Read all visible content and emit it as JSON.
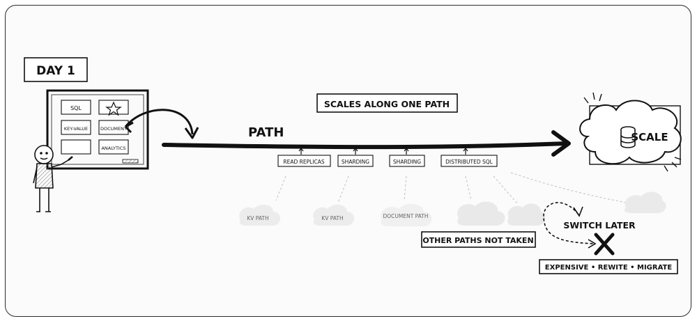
{
  "day_label": "DAY 1",
  "board": {
    "cells": [
      "SQL",
      "",
      "KEY-VALUE",
      "DOCUMENT",
      "",
      "ANALYTICS"
    ],
    "icon": "star-icon"
  },
  "title_banner": "SCALES ALONG ONE PATH",
  "path_label": "PATH",
  "milestones": [
    "READ REPLICAS",
    "SHARDING",
    "SHARDING",
    "DISTRIBUTED SQL"
  ],
  "destination": {
    "label": "SCALE",
    "icon": "database-icon"
  },
  "untaken_paths": [
    "KV PATH",
    "KV PATH",
    "DOCUMENT PATH"
  ],
  "other_paths_label": "OTHER PATHS NOT TAKEN",
  "switch_label": "SWITCH LATER",
  "cost_label": "EXPENSIVE • REWITE • MIGRATE",
  "colors": {
    "ink": "#111111",
    "paper": "#fbfbfb",
    "faint": "#c8c8c8",
    "cloud": "#e9e9e9"
  }
}
